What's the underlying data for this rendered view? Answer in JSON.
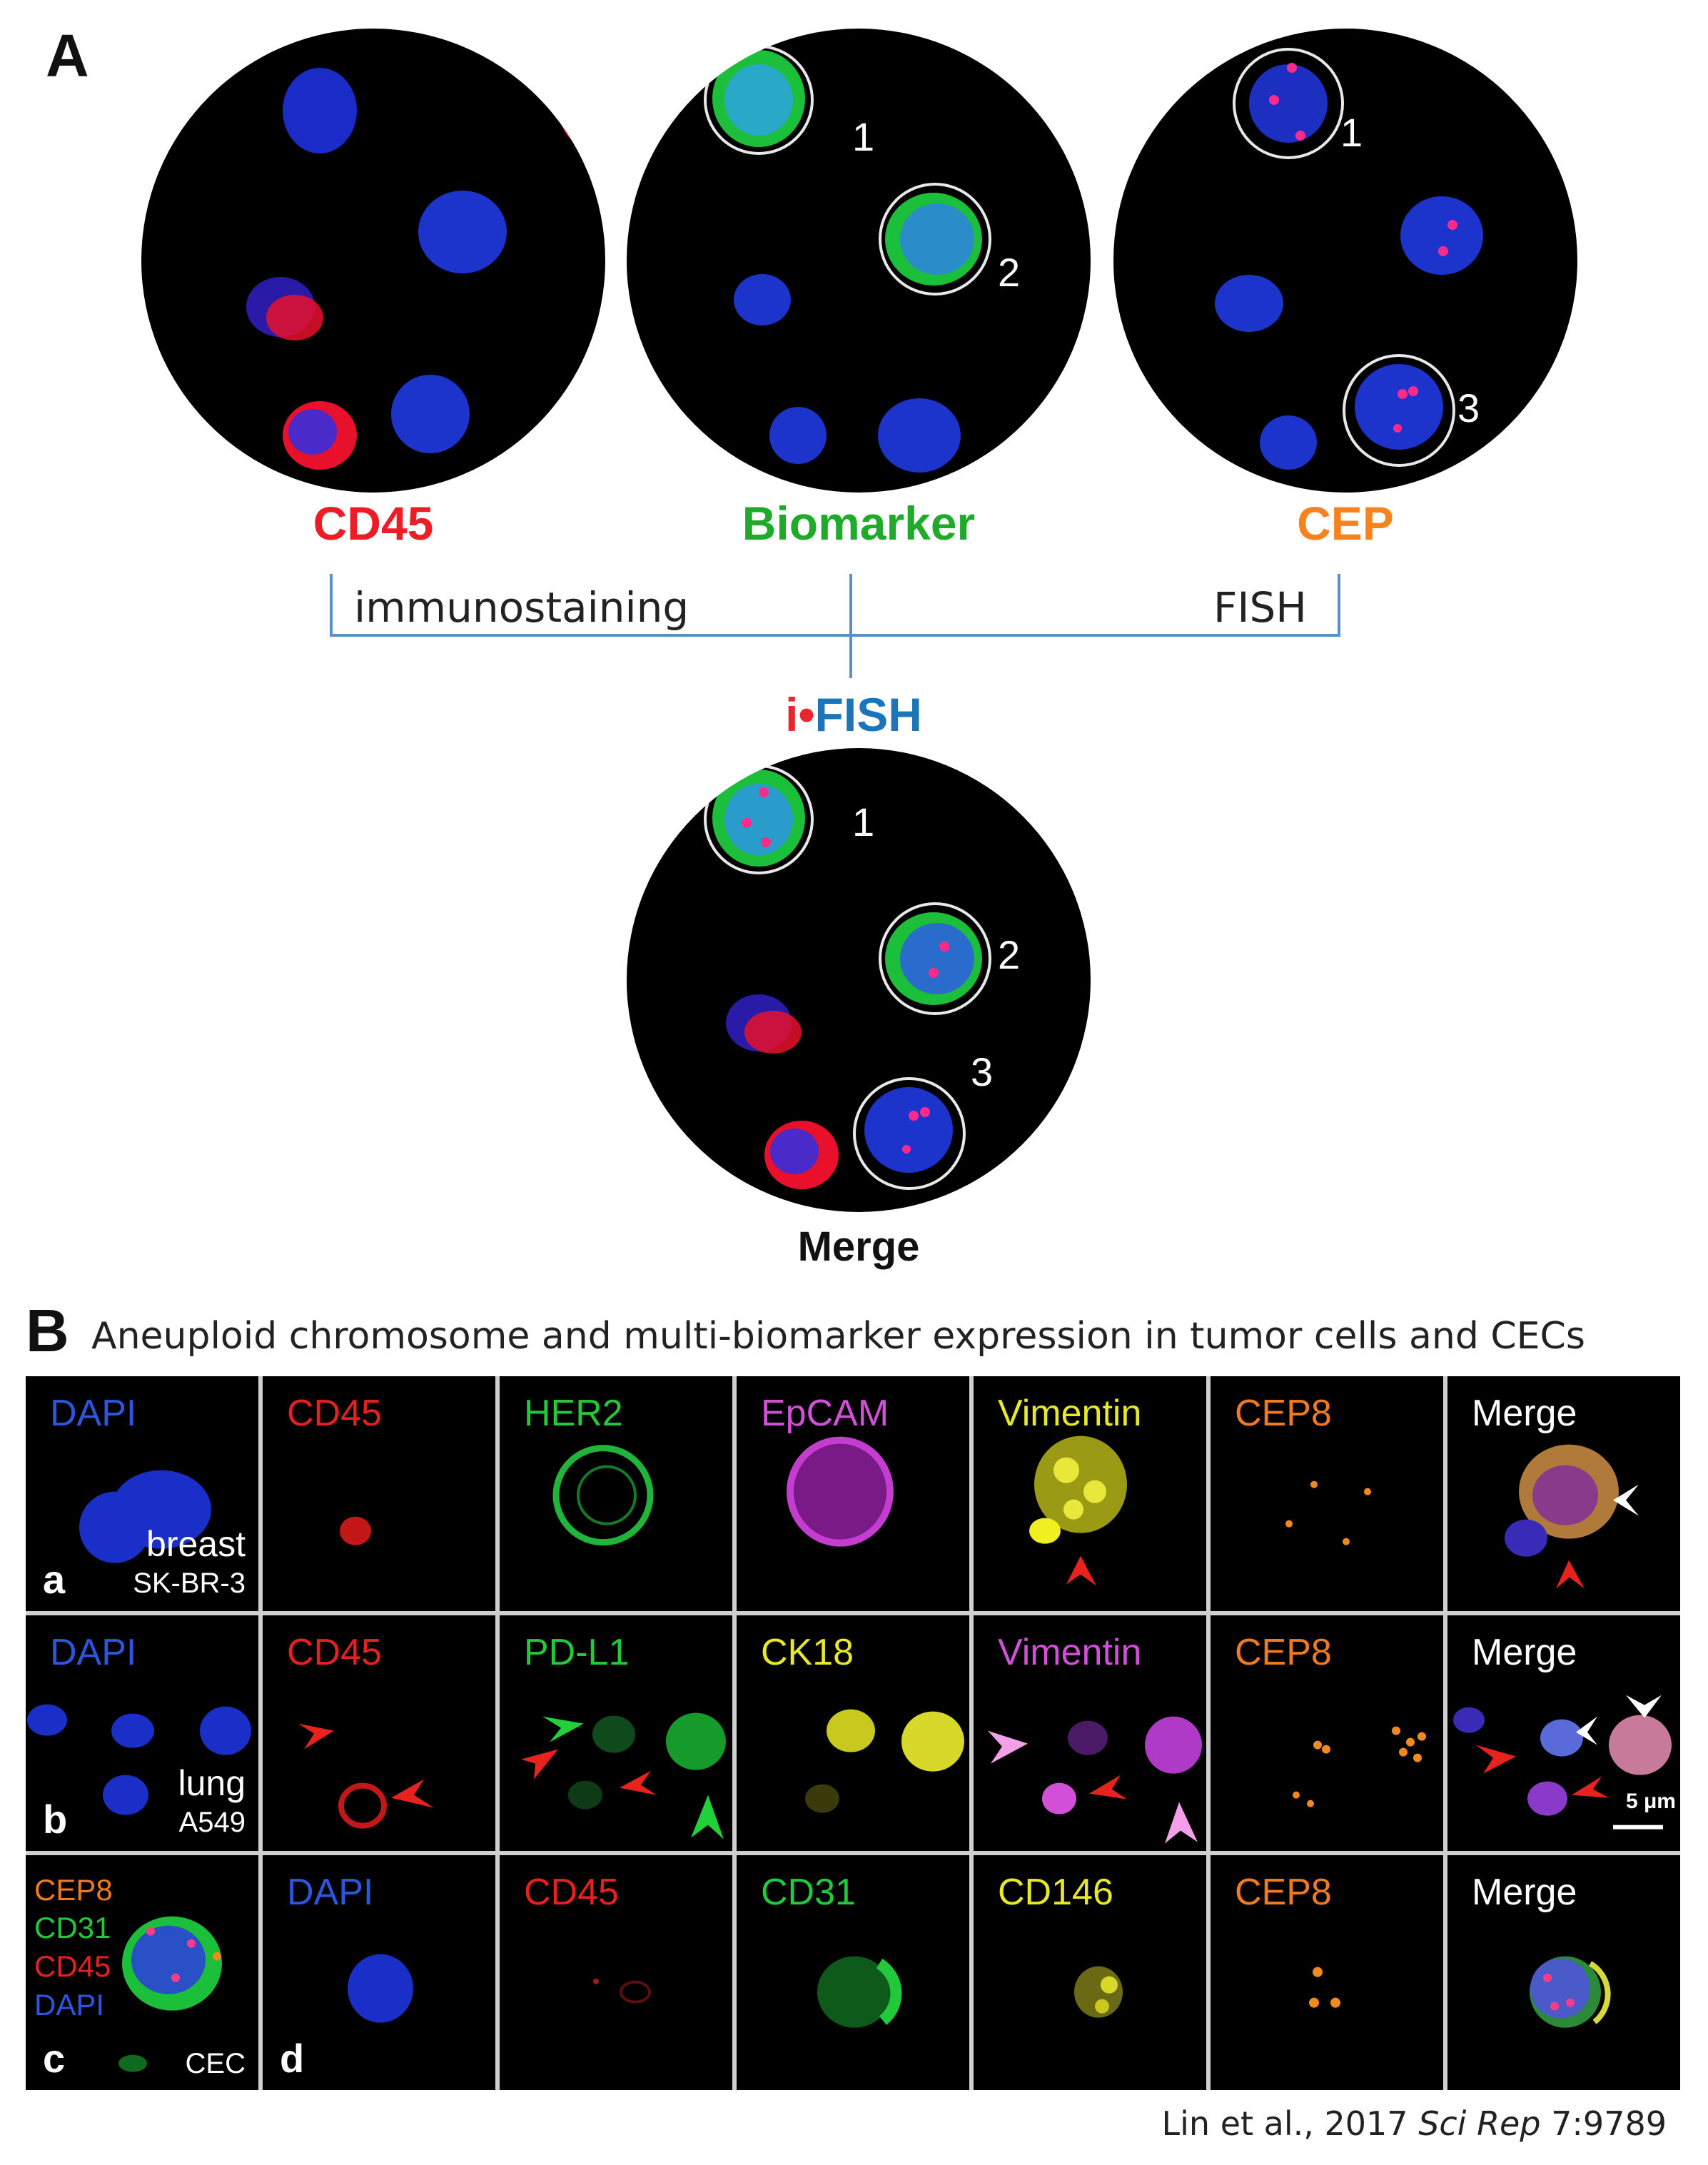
{
  "panel_a": {
    "letter": "A",
    "circles": {
      "cd45": {
        "label": "CD45",
        "color": "#ee1c25"
      },
      "biomarker": {
        "label": "Biomarker",
        "color": "#1faa2a",
        "numbers": [
          "1",
          "2"
        ]
      },
      "cep": {
        "label": "CEP",
        "color": "#f7821e",
        "numbers": [
          "1",
          "3"
        ]
      },
      "merge": {
        "label": "Merge",
        "color": "#111111",
        "numbers": [
          "1",
          "2",
          "3"
        ]
      }
    },
    "bracket": {
      "left": "immunostaining",
      "right": "FISH",
      "line_color": "#5b8fc9"
    },
    "ifish": {
      "prefix": "i",
      "dot": "•",
      "suffix": "FISH",
      "prefix_color": "#e8262f",
      "suffix_color": "#1a75bb"
    }
  },
  "panel_b": {
    "letter": "B",
    "title": "Aneuploid chromosome and multi-biomarker expression in tumor cells and CECs",
    "rows": [
      {
        "letter": "a",
        "labels": [
          {
            "text": "DAPI",
            "color": "#2d56e0"
          },
          {
            "text": "CD45",
            "color": "#e52020"
          },
          {
            "text": "HER2",
            "color": "#22c93a"
          },
          {
            "text": "EpCAM",
            "color": "#d24fd8"
          },
          {
            "text": "Vimentin",
            "color": "#e8e82a"
          },
          {
            "text": "CEP8",
            "color": "#f07a1e"
          },
          {
            "text": "Merge",
            "color": "#ffffff"
          }
        ],
        "sub": [
          "breast",
          "SK-BR-3"
        ]
      },
      {
        "letter": "b",
        "labels": [
          {
            "text": "DAPI",
            "color": "#2d56e0"
          },
          {
            "text": "CD45",
            "color": "#e52020"
          },
          {
            "text": "PD-L1",
            "color": "#22c93a"
          },
          {
            "text": "CK18",
            "color": "#e8e82a"
          },
          {
            "text": "Vimentin",
            "color": "#d24fd8"
          },
          {
            "text": "CEP8",
            "color": "#f07a1e"
          },
          {
            "text": "Merge",
            "color": "#ffffff"
          }
        ],
        "sub": [
          "lung",
          "A549"
        ],
        "scale_bar": "5 μm"
      },
      {
        "letter_c": "c",
        "letter_d": "d",
        "stack": [
          {
            "text": "CEP8",
            "color": "#f07a1e"
          },
          {
            "text": "CD31",
            "color": "#22c93a"
          },
          {
            "text": "CD45",
            "color": "#e52020"
          },
          {
            "text": "DAPI",
            "color": "#2d56e0"
          }
        ],
        "cec": "CEC",
        "labels": [
          {
            "text": "DAPI",
            "color": "#2d56e0"
          },
          {
            "text": "CD45",
            "color": "#e52020"
          },
          {
            "text": "CD31",
            "color": "#22c93a"
          },
          {
            "text": "CD146",
            "color": "#e8e82a"
          },
          {
            "text": "CEP8",
            "color": "#f07a1e"
          },
          {
            "text": "Merge",
            "color": "#ffffff"
          }
        ]
      }
    ]
  },
  "citation": {
    "authors": "Lin et al., 2017 ",
    "journal": "Sci Rep",
    "volume": " 7:9789"
  }
}
